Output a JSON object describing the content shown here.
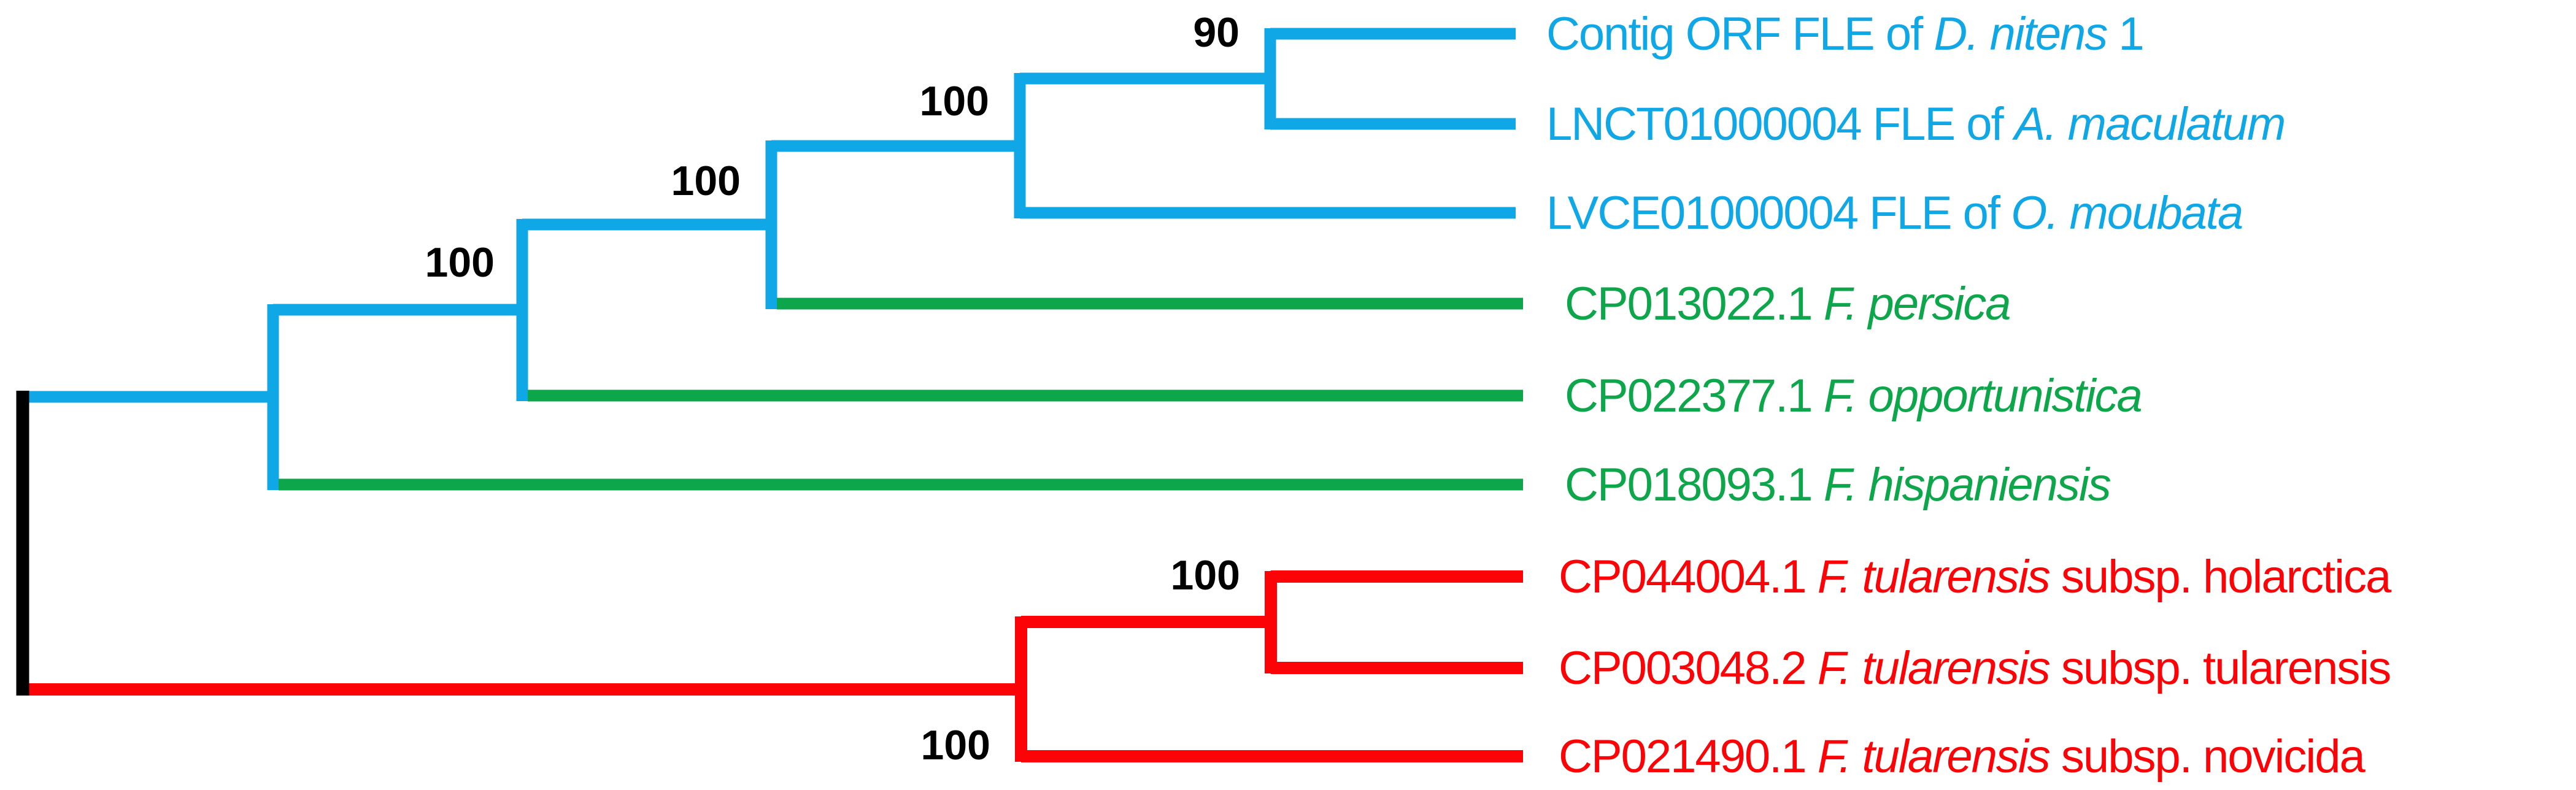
{
  "figure": {
    "type": "phylogenetic-tree-cladogram",
    "orientation": "left-to-right rectangular",
    "colors": {
      "blue": "#0FA7E5",
      "green": "#0EA64B",
      "red": "#FB0307",
      "black": "#000000",
      "background": "#FFFFFF"
    }
  },
  "chart_data": {
    "type": "phylogenetic_tree",
    "leaf_order_top_to_bottom": [
      "Contig ORF FLE of D. nitens 1",
      "LNCT01000004 FLE of A. maculatum",
      "LVCE01000004 FLE of O. moubata",
      "CP013022.1 F. persica",
      "CP022377.1 F. opportunistica",
      "CP018093.1 F. hispaniensis",
      "CP044004.1 F. tularensis subsp. holarctica",
      "CP003048.2 F. tularensis subsp. tularensis",
      "CP021490.1 F. tularensis subsp. novicida"
    ],
    "branch_color_groups": {
      "blue": [
        "Contig ORF FLE of D. nitens 1",
        "LNCT01000004 FLE of A. maculatum",
        "LVCE01000004 FLE of O. moubata"
      ],
      "green": [
        "CP013022.1 F. persica",
        "CP022377.1 F. opportunistica",
        "CP018093.1 F. hispaniensis"
      ],
      "red": [
        "CP044004.1 F. tularensis subsp. holarctica",
        "CP003048.2 F. tularensis subsp. tularensis",
        "CP021490.1 F. tularensis subsp. novicida"
      ]
    },
    "newick": "(((((((Contig ORF FLE of D. nitens 1,LNCT01000004 FLE of A. maculatum)90,LVCE01000004 FLE of O. moubata)100,CP013022.1 F. persica)100,CP022377.1 F. opportunistica)100,CP018093.1 F. hispaniensis),((CP044004.1 F. tularensis subsp. holarctica,CP003048.2 F. tularensis subsp. tularensis)100,CP021490.1 F. tularensis subsp. novicida)100);",
    "bootstrap_values": [
      90,
      100,
      100,
      100,
      100,
      100
    ]
  },
  "bootstrap": [
    {
      "node": "nitens-maculatum",
      "value": "90"
    },
    {
      "node": "plus-moubata",
      "value": "100"
    },
    {
      "node": "plus-persica",
      "value": "100"
    },
    {
      "node": "plus-opportunistica",
      "value": "100"
    },
    {
      "node": "holarctica-tularensis",
      "value": "100"
    },
    {
      "node": "plus-novicida",
      "value": "100"
    }
  ],
  "taxa": [
    {
      "name": "Contig ORF FLE of D. nitens 1",
      "color": "blue",
      "segments": [
        {
          "text": "Contig ORF FLE of ",
          "italic": false
        },
        {
          "text": "D. nitens",
          "italic": true
        },
        {
          "text": " 1",
          "italic": false
        }
      ]
    },
    {
      "name": "LNCT01000004 FLE of A. maculatum",
      "color": "blue",
      "segments": [
        {
          "text": "LNCT01000004 FLE of ",
          "italic": false
        },
        {
          "text": "A. maculatum",
          "italic": true
        },
        {
          "text": "",
          "italic": false
        }
      ]
    },
    {
      "name": "LVCE01000004 FLE of O. moubata",
      "color": "blue",
      "segments": [
        {
          "text": "LVCE01000004 FLE of ",
          "italic": false
        },
        {
          "text": "O. moubata",
          "italic": true
        },
        {
          "text": "",
          "italic": false
        }
      ]
    },
    {
      "name": "CP013022.1 F. persica",
      "color": "green",
      "segments": [
        {
          "text": "CP013022.1 ",
          "italic": false
        },
        {
          "text": "F. persica",
          "italic": true
        },
        {
          "text": "",
          "italic": false
        }
      ]
    },
    {
      "name": "CP022377.1 F. opportunistica",
      "color": "green",
      "segments": [
        {
          "text": "CP022377.1 ",
          "italic": false
        },
        {
          "text": "F. opportunistica",
          "italic": true
        },
        {
          "text": "",
          "italic": false
        }
      ]
    },
    {
      "name": "CP018093.1 F. hispaniensis",
      "color": "green",
      "segments": [
        {
          "text": "CP018093.1 ",
          "italic": false
        },
        {
          "text": "F. hispaniensis",
          "italic": true
        },
        {
          "text": "",
          "italic": false
        }
      ]
    },
    {
      "name": "CP044004.1 F. tularensis subsp. holarctica",
      "color": "red",
      "segments": [
        {
          "text": "CP044004.1 ",
          "italic": false
        },
        {
          "text": "F. tularensis",
          "italic": true
        },
        {
          "text": " subsp. holarctica",
          "italic": false
        }
      ]
    },
    {
      "name": "CP003048.2 F. tularensis subsp. tularensis",
      "color": "red",
      "segments": [
        {
          "text": "CP003048.2 ",
          "italic": false
        },
        {
          "text": "F. tularensis",
          "italic": true
        },
        {
          "text": " subsp. tularensis",
          "italic": false
        }
      ]
    },
    {
      "name": "CP021490.1 F. tularensis subsp. novicida",
      "color": "red",
      "segments": [
        {
          "text": "CP021490.1 ",
          "italic": false
        },
        {
          "text": "F. tularensis",
          "italic": true
        },
        {
          "text": " subsp. novicida",
          "italic": false
        }
      ]
    }
  ]
}
